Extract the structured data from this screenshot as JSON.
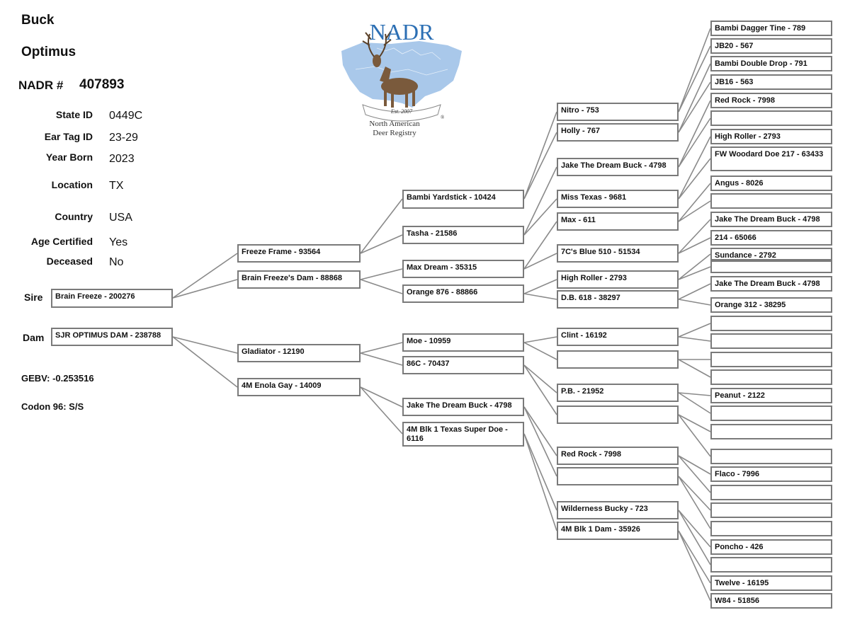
{
  "header": {
    "sex": "Buck",
    "name": "Optimus",
    "nadr_label": "NADR #",
    "nadr_number": "407893"
  },
  "info": [
    {
      "label": "State ID",
      "value": "0449C"
    },
    {
      "label": "Ear Tag ID",
      "value": "23-29"
    },
    {
      "label": "Year Born",
      "value": "2023"
    },
    {
      "label": "Location",
      "value": "TX"
    },
    {
      "label": "Country",
      "value": "USA"
    },
    {
      "label": "Age Certified",
      "value": "Yes"
    },
    {
      "label": "Deceased",
      "value": "No"
    }
  ],
  "side_labels": {
    "sire": "Sire",
    "dam": "Dam"
  },
  "stats": {
    "gebv": "GEBV: -0.253516",
    "codon": "Codon 96: S/S"
  },
  "logo": {
    "title": "NADR",
    "est": "Est. 2007",
    "reg": "®",
    "line1": "North American",
    "line2": "Deer Registry",
    "primary_color": "#2c6fb4",
    "map_color": "#a9c8ea"
  },
  "pedigree": {
    "sire": "Brain Freeze - 200276",
    "dam": "SJR OPTIMUS DAM - 238788",
    "gen2": [
      "Freeze Frame - 93564",
      "Brain Freeze's Dam - 88868",
      "Gladiator - 12190",
      "4M Enola Gay - 14009"
    ],
    "gen3": [
      "Bambi Yardstick - 10424",
      "Tasha - 21586",
      "Max Dream - 35315",
      "Orange  876 - 88866",
      "Moe - 10959",
      "86C - 70437",
      "Jake The Dream Buck - 4798",
      "4M Blk 1 Texas Super Doe - 6116"
    ],
    "gen4": [
      "Nitro - 753",
      "Holly - 767",
      "Jake The Dream Buck - 4798",
      "Miss Texas - 9681",
      "Max - 611",
      "7C's Blue 510 - 51534",
      "High Roller - 2793",
      "D.B. 618 - 38297",
      "Clint - 16192",
      "",
      "P.B. - 21952",
      "",
      "Red Rock - 7998",
      "",
      "Wilderness Bucky - 723",
      "4M Blk 1 Dam - 35926"
    ],
    "gen5": [
      "Bambi Dagger Tine - 789",
      "JB20 - 567",
      "Bambi Double Drop - 791",
      "JB16 - 563",
      "Red Rock - 7998",
      "",
      "High Roller - 2793",
      "FW Woodard Doe 217 - 63433",
      "Angus - 8026",
      "",
      "Jake The Dream Buck - 4798",
      "214 - 65066",
      "Sundance - 2792",
      "",
      "Jake The Dream Buck - 4798",
      "Orange 312 - 38295",
      "",
      "",
      "",
      "",
      "Peanut - 2122",
      "",
      "",
      "",
      "Flaco - 7996",
      "",
      "",
      "",
      "Poncho - 426",
      "",
      "Twelve - 16195",
      "W84 - 51856"
    ]
  }
}
